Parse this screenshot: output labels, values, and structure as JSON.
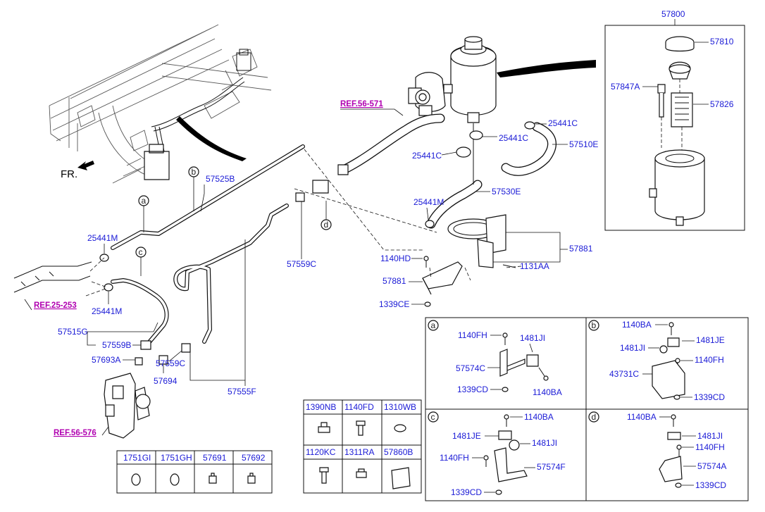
{
  "direction_label": "FR.",
  "reference_links": [
    "REF.56-571",
    "REF.25-253",
    "REF.56-576"
  ],
  "callout_letters": [
    "a",
    "b",
    "c",
    "d"
  ],
  "main_labels": {
    "l57800": "57800",
    "l57810": "57810",
    "l57847A": "57847A",
    "l57826": "57826",
    "l25441C_a": "25441C",
    "l25441C_b": "25441C",
    "l25441C_c": "25441C",
    "l57510E": "57510E",
    "l57530E": "57530E",
    "l25441M_a": "25441M",
    "l57881_a": "57881",
    "l1140HD": "1140HD",
    "l1131AA": "1131AA",
    "l57881_b": "57881",
    "l1339CE": "1339CE",
    "l57525B": "57525B",
    "l25441M_b": "25441M",
    "l25441M_c": "25441M",
    "l57559C_a": "57559C",
    "l57515G": "57515G",
    "l57559B": "57559B",
    "l57693A": "57693A",
    "l57559C_b": "57559C",
    "l57694": "57694",
    "l57555F": "57555F"
  },
  "detail_a": {
    "l1140FH": "1140FH",
    "l1481JI": "1481JI",
    "l57574C": "57574C",
    "l1339CD": "1339CD",
    "l1140BA": "1140BA"
  },
  "detail_b": {
    "l1140BA": "1140BA",
    "l1481JI": "1481JI",
    "l1481JE": "1481JE",
    "l1140FH": "1140FH",
    "l43731C": "43731C",
    "l1339CD": "1339CD"
  },
  "detail_c": {
    "l1140BA": "1140BA",
    "l1481JE": "1481JE",
    "l1481JI": "1481JI",
    "l1140FH": "1140FH",
    "l57574F": "57574F",
    "l1339CD": "1339CD"
  },
  "detail_d": {
    "l1140BA": "1140BA",
    "l1481JI": "1481JI",
    "l1140FH": "1140FH",
    "l57574A": "57574A",
    "l1339CD": "1339CD"
  },
  "chart_data": {
    "type": "table",
    "tables": [
      {
        "headers": [
          "1751GI",
          "1751GH",
          "57691",
          "57692"
        ]
      },
      {
        "headers": [
          "1390NB",
          "1140FD",
          "1310WB",
          "1120KC",
          "1311RA",
          "57860B"
        ]
      }
    ]
  }
}
